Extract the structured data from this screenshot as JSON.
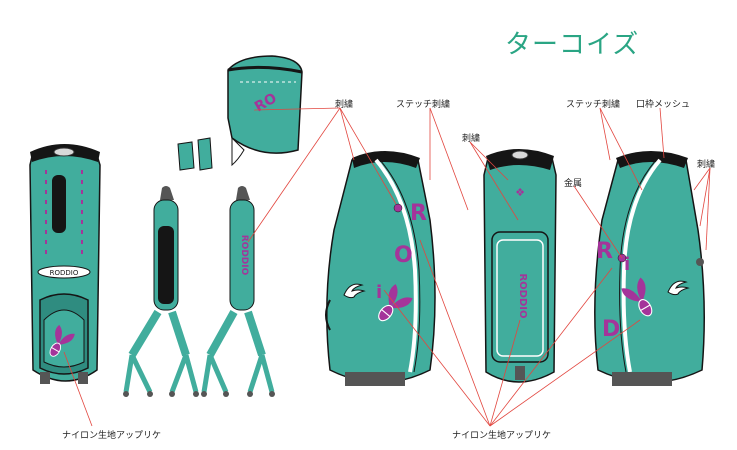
{
  "title": "ターコイズ",
  "colors": {
    "body": "#41ad9d",
    "body_dark": "#2f8c80",
    "accent": "#a4349a",
    "line": "#e2463f",
    "trim": "#151515",
    "title": "#2aa584"
  },
  "labels": {
    "embroidery_1": "刺繍",
    "stitch_embroidery_1": "ステッチ刺繍",
    "embroidery_2": "刺繍",
    "stitch_embroidery_2": "ステッチ刺繍",
    "rim_mesh": "口枠メッシュ",
    "embroidery_3": "刺繍",
    "metal": "金属",
    "nylon_applique_left": "ナイロン生地アップリケ",
    "nylon_applique_bottom": "ナイロン生地アップリケ"
  },
  "logo_text": "RODDIO",
  "icons": [
    "golf-bag",
    "hood",
    "shoulder-strap",
    "bee-mark",
    "wing-logo"
  ]
}
